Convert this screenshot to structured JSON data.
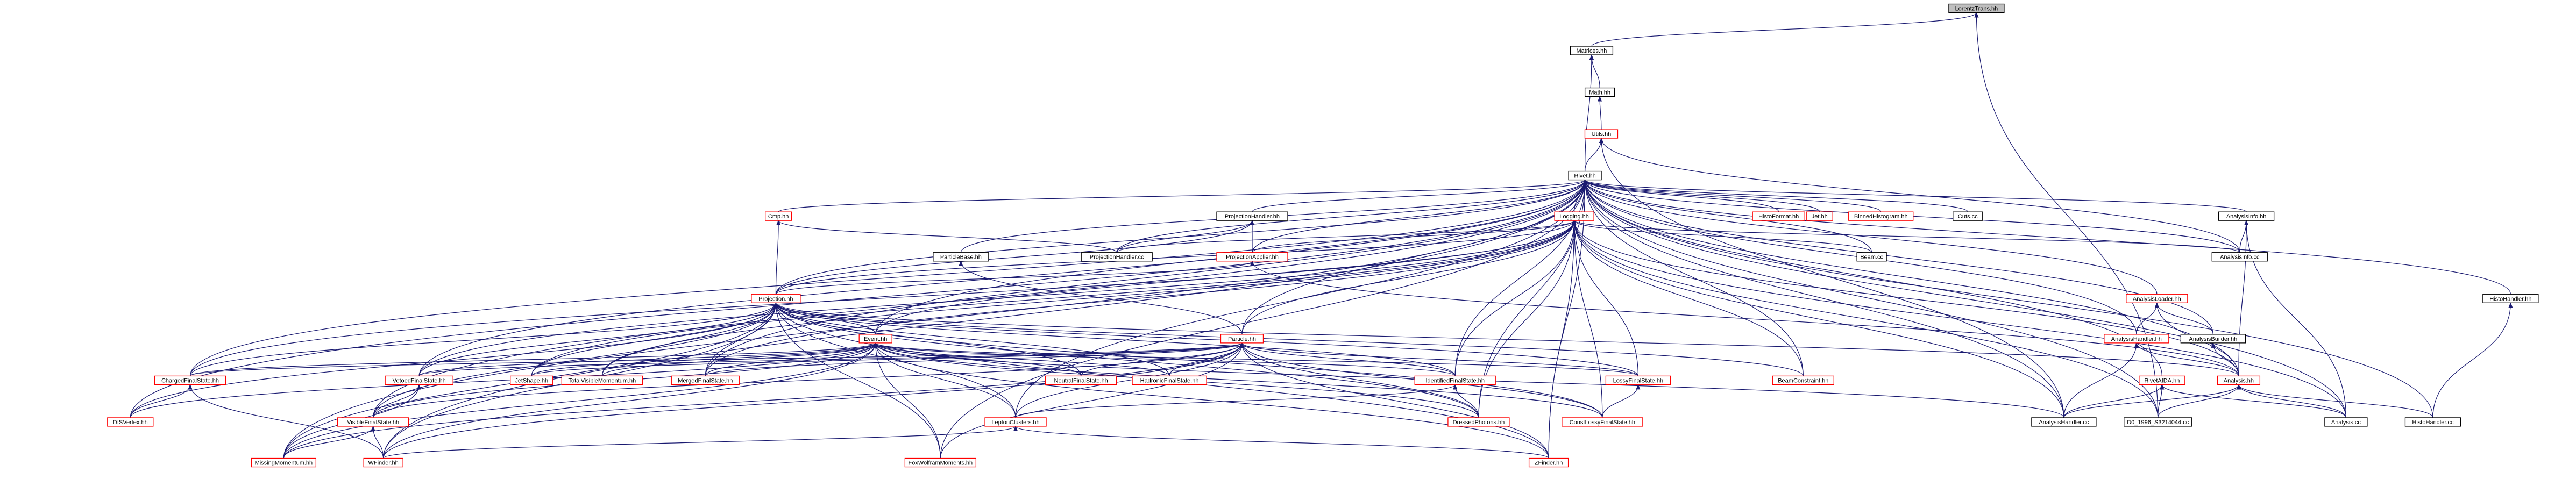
{
  "graph": {
    "title": "LorentzTrans.hh",
    "colors": {
      "edge": "#191970",
      "documented_border": "#000000",
      "undocumented_border": "#ff0000",
      "focus_fill": "#bfbfbf",
      "background": "#ffffff"
    },
    "nodes": [
      {
        "id": "lorentztrans",
        "label": "LorentzTrans.hh",
        "style": "focus"
      },
      {
        "id": "matrices",
        "label": "Matrices.hh",
        "style": "black"
      },
      {
        "id": "math",
        "label": "Math.hh",
        "style": "black"
      },
      {
        "id": "utils",
        "label": "Utils.hh",
        "style": "red"
      },
      {
        "id": "rivet",
        "label": "Rivet.hh",
        "style": "black"
      },
      {
        "id": "cmp",
        "label": "Cmp.hh",
        "style": "red"
      },
      {
        "id": "projectionhandler",
        "label": "ProjectionHandler.hh",
        "style": "black"
      },
      {
        "id": "logging",
        "label": "Logging.hh",
        "style": "red"
      },
      {
        "id": "histoformat",
        "label": "HistoFormat.hh",
        "style": "red"
      },
      {
        "id": "jet",
        "label": "Jet.hh",
        "style": "red"
      },
      {
        "id": "binnedhistogram",
        "label": "BinnedHistogram.hh",
        "style": "red"
      },
      {
        "id": "cuts",
        "label": "Cuts.cc",
        "style": "black"
      },
      {
        "id": "analysisinfo",
        "label": "AnalysisInfo.hh",
        "style": "black"
      },
      {
        "id": "particlebase",
        "label": "ParticleBase.hh",
        "style": "black"
      },
      {
        "id": "projectionhandlercc",
        "label": "ProjectionHandler.cc",
        "style": "black"
      },
      {
        "id": "projectionapplier",
        "label": "ProjectionApplier.hh",
        "style": "red"
      },
      {
        "id": "beam",
        "label": "Beam.cc",
        "style": "black"
      },
      {
        "id": "analysisinfocc",
        "label": "AnalysisInfo.cc",
        "style": "black"
      },
      {
        "id": "projection",
        "label": "Projection.hh",
        "style": "red"
      },
      {
        "id": "analysisloader",
        "label": "AnalysisLoader.hh",
        "style": "red"
      },
      {
        "id": "histohandlerh",
        "label": "HistoHandler.hh",
        "style": "black"
      },
      {
        "id": "event",
        "label": "Event.hh",
        "style": "red"
      },
      {
        "id": "particle",
        "label": "Particle.hh",
        "style": "red"
      },
      {
        "id": "analysishandlerh",
        "label": "AnalysisHandler.hh",
        "style": "red"
      },
      {
        "id": "analysisbuilder",
        "label": "AnalysisBuilder.hh",
        "style": "black"
      },
      {
        "id": "chargedfinalstate",
        "label": "ChargedFinalState.hh",
        "style": "red"
      },
      {
        "id": "vetoedfinalstate",
        "label": "VetoedFinalState.hh",
        "style": "red"
      },
      {
        "id": "jetshape",
        "label": "JetShape.hh",
        "style": "red"
      },
      {
        "id": "totalvisiblemomentum",
        "label": "TotalVisibleMomentum.hh",
        "style": "red"
      },
      {
        "id": "mergedfinalstate",
        "label": "MergedFinalState.hh",
        "style": "red"
      },
      {
        "id": "neutralfinalstate",
        "label": "NeutralFinalState.hh",
        "style": "red"
      },
      {
        "id": "hadronicfinalstate",
        "label": "HadronicFinalState.hh",
        "style": "red"
      },
      {
        "id": "identifiedfinalstate",
        "label": "IdentifiedFinalState.hh",
        "style": "red"
      },
      {
        "id": "lossyfinalstate",
        "label": "LossyFinalState.hh",
        "style": "red"
      },
      {
        "id": "beamconstraint",
        "label": "BeamConstraint.hh",
        "style": "red"
      },
      {
        "id": "rivetaida",
        "label": "RivetAIDA.hh",
        "style": "red"
      },
      {
        "id": "analysish",
        "label": "Analysis.hh",
        "style": "red"
      },
      {
        "id": "dsvertex",
        "label": "DISVertex.hh",
        "style": "red"
      },
      {
        "id": "visiblefinalstate",
        "label": "VisibleFinalState.hh",
        "style": "red"
      },
      {
        "id": "leptonclusters",
        "label": "LeptonClusters.hh",
        "style": "red"
      },
      {
        "id": "dressedphotons",
        "label": "DressedPhotons.hh",
        "style": "red"
      },
      {
        "id": "constlossyfinalstate",
        "label": "ConstLossyFinalState.hh",
        "style": "red"
      },
      {
        "id": "analysishandlercc",
        "label": "AnalysisHandler.cc",
        "style": "black"
      },
      {
        "id": "d01996",
        "label": "D0_1996_S3214044.cc",
        "style": "black"
      },
      {
        "id": "analysiscc",
        "label": "Analysis.cc",
        "style": "black"
      },
      {
        "id": "histohandlercc",
        "label": "HistoHandler.cc",
        "style": "black"
      },
      {
        "id": "missingmomentum",
        "label": "MissingMomentum.hh",
        "style": "red"
      },
      {
        "id": "wfinder",
        "label": "WFinder.hh",
        "style": "red"
      },
      {
        "id": "foxwolfram",
        "label": "FoxWolframMoments.hh",
        "style": "red"
      },
      {
        "id": "zfinder",
        "label": "ZFinder.hh",
        "style": "red"
      }
    ],
    "edges": [
      [
        "lorentztrans",
        "matrices"
      ],
      [
        "lorentztrans",
        "d01996"
      ],
      [
        "matrices",
        "math"
      ],
      [
        "matrices",
        "rivet"
      ],
      [
        "math",
        "utils"
      ],
      [
        "utils",
        "rivet"
      ],
      [
        "utils",
        "analysisinfocc"
      ],
      [
        "utils",
        "analysishandlercc"
      ],
      [
        "rivet",
        "cmp"
      ],
      [
        "rivet",
        "projectionhandler"
      ],
      [
        "rivet",
        "logging"
      ],
      [
        "rivet",
        "histoformat"
      ],
      [
        "rivet",
        "jet"
      ],
      [
        "rivet",
        "binnedhistogram"
      ],
      [
        "rivet",
        "cuts"
      ],
      [
        "rivet",
        "analysisinfo"
      ],
      [
        "rivet",
        "particlebase"
      ],
      [
        "rivet",
        "projectionhandlercc"
      ],
      [
        "rivet",
        "projectionapplier"
      ],
      [
        "rivet",
        "beam"
      ],
      [
        "rivet",
        "analysisinfocc"
      ],
      [
        "rivet",
        "projection"
      ],
      [
        "rivet",
        "analysisloader"
      ],
      [
        "rivet",
        "histohandlerh"
      ],
      [
        "rivet",
        "event"
      ],
      [
        "rivet",
        "particle"
      ],
      [
        "rivet",
        "analysishandlerh"
      ],
      [
        "rivet",
        "analysisbuilder"
      ],
      [
        "rivet",
        "chargedfinalstate"
      ],
      [
        "rivet",
        "vetoedfinalstate"
      ],
      [
        "rivet",
        "mergedfinalstate"
      ],
      [
        "rivet",
        "identifiedfinalstate"
      ],
      [
        "rivet",
        "beamconstraint"
      ],
      [
        "rivet",
        "rivetaida"
      ],
      [
        "rivet",
        "analysish"
      ],
      [
        "rivet",
        "dsvertex"
      ],
      [
        "rivet",
        "visiblefinalstate"
      ],
      [
        "rivet",
        "leptonclusters"
      ],
      [
        "rivet",
        "dressedphotons"
      ],
      [
        "rivet",
        "analysishandlercc"
      ],
      [
        "rivet",
        "d01996"
      ],
      [
        "rivet",
        "analysiscc"
      ],
      [
        "rivet",
        "histohandlercc"
      ],
      [
        "rivet",
        "missingmomentum"
      ],
      [
        "rivet",
        "wfinder"
      ],
      [
        "rivet",
        "foxwolfram"
      ],
      [
        "rivet",
        "zfinder"
      ],
      [
        "cmp",
        "projection"
      ],
      [
        "cmp",
        "projectionhandlercc"
      ],
      [
        "projectionhandler",
        "projectionhandlercc"
      ],
      [
        "projectionhandler",
        "projectionapplier"
      ],
      [
        "projectionhandler",
        "projection"
      ],
      [
        "logging",
        "projectionapplier"
      ],
      [
        "logging",
        "projection"
      ],
      [
        "logging",
        "event"
      ],
      [
        "logging",
        "particle"
      ],
      [
        "logging",
        "analysish"
      ],
      [
        "logging",
        "beam"
      ],
      [
        "logging",
        "analysisinfocc"
      ],
      [
        "logging",
        "identifiedfinalstate"
      ],
      [
        "logging",
        "lossyfinalstate"
      ],
      [
        "logging",
        "beamconstraint"
      ],
      [
        "logging",
        "dressedphotons"
      ],
      [
        "logging",
        "constlossyfinalstate"
      ],
      [
        "logging",
        "analysishandlercc"
      ],
      [
        "logging",
        "d01996"
      ],
      [
        "logging",
        "analysiscc"
      ],
      [
        "logging",
        "zfinder"
      ],
      [
        "logging",
        "chargedfinalstate"
      ],
      [
        "logging",
        "vetoedfinalstate"
      ],
      [
        "logging",
        "jetshape"
      ],
      [
        "logging",
        "totalvisiblemomentum"
      ],
      [
        "logging",
        "mergedfinalstate"
      ],
      [
        "logging",
        "projectionhandlercc"
      ],
      [
        "analysisinfo",
        "analysisinfocc"
      ],
      [
        "analysisinfo",
        "analysish"
      ],
      [
        "analysisinfo",
        "analysiscc"
      ],
      [
        "particlebase",
        "particle"
      ],
      [
        "projectionapplier",
        "projection"
      ],
      [
        "projectionapplier",
        "analysish"
      ],
      [
        "projection",
        "event"
      ],
      [
        "projection",
        "chargedfinalstate"
      ],
      [
        "projection",
        "vetoedfinalstate"
      ],
      [
        "projection",
        "jetshape"
      ],
      [
        "projection",
        "totalvisiblemomentum"
      ],
      [
        "projection",
        "mergedfinalstate"
      ],
      [
        "projection",
        "neutralfinalstate"
      ],
      [
        "projection",
        "hadronicfinalstate"
      ],
      [
        "projection",
        "identifiedfinalstate"
      ],
      [
        "projection",
        "lossyfinalstate"
      ],
      [
        "projection",
        "beamconstraint"
      ],
      [
        "projection",
        "analysish"
      ],
      [
        "projection",
        "dsvertex"
      ],
      [
        "projection",
        "visiblefinalstate"
      ],
      [
        "projection",
        "leptonclusters"
      ],
      [
        "projection",
        "dressedphotons"
      ],
      [
        "projection",
        "constlossyfinalstate"
      ],
      [
        "projection",
        "missingmomentum"
      ],
      [
        "projection",
        "wfinder"
      ],
      [
        "projection",
        "foxwolfram"
      ],
      [
        "projection",
        "zfinder"
      ],
      [
        "analysisloader",
        "analysishandlerh"
      ],
      [
        "analysisloader",
        "analysisbuilder"
      ],
      [
        "analysisloader",
        "analysish"
      ],
      [
        "histohandlerh",
        "histohandlercc"
      ],
      [
        "event",
        "chargedfinalstate"
      ],
      [
        "event",
        "vetoedfinalstate"
      ],
      [
        "event",
        "jetshape"
      ],
      [
        "event",
        "totalvisiblemomentum"
      ],
      [
        "event",
        "mergedfinalstate"
      ],
      [
        "event",
        "neutralfinalstate"
      ],
      [
        "event",
        "hadronicfinalstate"
      ],
      [
        "event",
        "identifiedfinalstate"
      ],
      [
        "event",
        "lossyfinalstate"
      ],
      [
        "event",
        "dsvertex"
      ],
      [
        "event",
        "visiblefinalstate"
      ],
      [
        "event",
        "leptonclusters"
      ],
      [
        "event",
        "dressedphotons"
      ],
      [
        "event",
        "constlossyfinalstate"
      ],
      [
        "event",
        "analysishandlercc"
      ],
      [
        "event",
        "missingmomentum"
      ],
      [
        "event",
        "wfinder"
      ],
      [
        "event",
        "foxwolfram"
      ],
      [
        "event",
        "zfinder"
      ],
      [
        "particle",
        "chargedfinalstate"
      ],
      [
        "particle",
        "vetoedfinalstate"
      ],
      [
        "particle",
        "jetshape"
      ],
      [
        "particle",
        "mergedfinalstate"
      ],
      [
        "particle",
        "neutralfinalstate"
      ],
      [
        "particle",
        "hadronicfinalstate"
      ],
      [
        "particle",
        "identifiedfinalstate"
      ],
      [
        "particle",
        "lossyfinalstate"
      ],
      [
        "particle",
        "visiblefinalstate"
      ],
      [
        "particle",
        "leptonclusters"
      ],
      [
        "particle",
        "dressedphotons"
      ],
      [
        "particle",
        "constlossyfinalstate"
      ],
      [
        "particle",
        "missingmomentum"
      ],
      [
        "particle",
        "wfinder"
      ],
      [
        "particle",
        "foxwolfram"
      ],
      [
        "particle",
        "zfinder"
      ],
      [
        "analysishandlerh",
        "analysishandlercc"
      ],
      [
        "analysishandlerh",
        "analysish"
      ],
      [
        "analysisbuilder",
        "analysish"
      ],
      [
        "chargedfinalstate",
        "dsvertex"
      ],
      [
        "chargedfinalstate",
        "wfinder"
      ],
      [
        "vetoedfinalstate",
        "visiblefinalstate"
      ],
      [
        "vetoedfinalstate",
        "missingmomentum"
      ],
      [
        "identifiedfinalstate",
        "dressedphotons"
      ],
      [
        "identifiedfinalstate",
        "leptonclusters"
      ],
      [
        "lossyfinalstate",
        "constlossyfinalstate"
      ],
      [
        "rivetaida",
        "analysishandlercc"
      ],
      [
        "rivetaida",
        "d01996"
      ],
      [
        "rivetaida",
        "analysiscc"
      ],
      [
        "analysish",
        "analysishandlercc"
      ],
      [
        "analysish",
        "d01996"
      ],
      [
        "analysish",
        "analysiscc"
      ],
      [
        "analysish",
        "histohandlercc"
      ],
      [
        "visiblefinalstate",
        "missingmomentum"
      ],
      [
        "visiblefinalstate",
        "wfinder"
      ],
      [
        "leptonclusters",
        "wfinder"
      ],
      [
        "leptonclusters",
        "zfinder"
      ]
    ]
  }
}
